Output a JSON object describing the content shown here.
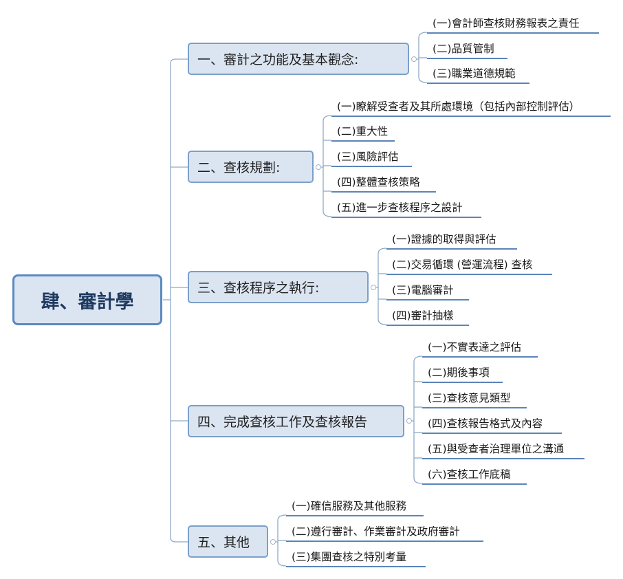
{
  "root": {
    "label": "肆、審計學"
  },
  "branches": [
    {
      "label": "一、審計之功能及基本觀念:",
      "items": [
        "(一)會計師查核財務報表之責任",
        "(二)品質管制",
        "(三)職業道德規範"
      ]
    },
    {
      "label": "二、查核規劃:",
      "items": [
        "(一)瞭解受查者及其所處環境（包括內部控制評估）",
        "(二)重大性",
        "(三)風險評估",
        "(四)整體查核策略",
        "(五)進一步查核程序之設計"
      ]
    },
    {
      "label": "三、查核程序之執行:",
      "items": [
        "(一)證據的取得與評估",
        "(二)交易循環 (營運流程) 查核",
        "(三)電腦審計",
        "(四)審計抽樣"
      ]
    },
    {
      "label": "四、完成查核工作及查核報告",
      "items": [
        "(一)不實表達之評估",
        "(二)期後事項",
        "(三)查核意見類型",
        "(四)查核報告格式及內容",
        "(五)與受查者治理單位之溝通",
        "(六)查核工作底稿"
      ]
    },
    {
      "label": "五、其他",
      "items": [
        "(一)確信服務及其他服務",
        "(二)遵行審計、作業審計及政府審計",
        "(三)集團查核之特別考量"
      ]
    }
  ],
  "colors": {
    "connector": "#8fa9c8",
    "box_fill": "#dbe5f1",
    "box_border": "#7b9fc9",
    "root_border": "#5b89bf",
    "underline": "#5b84b8"
  }
}
